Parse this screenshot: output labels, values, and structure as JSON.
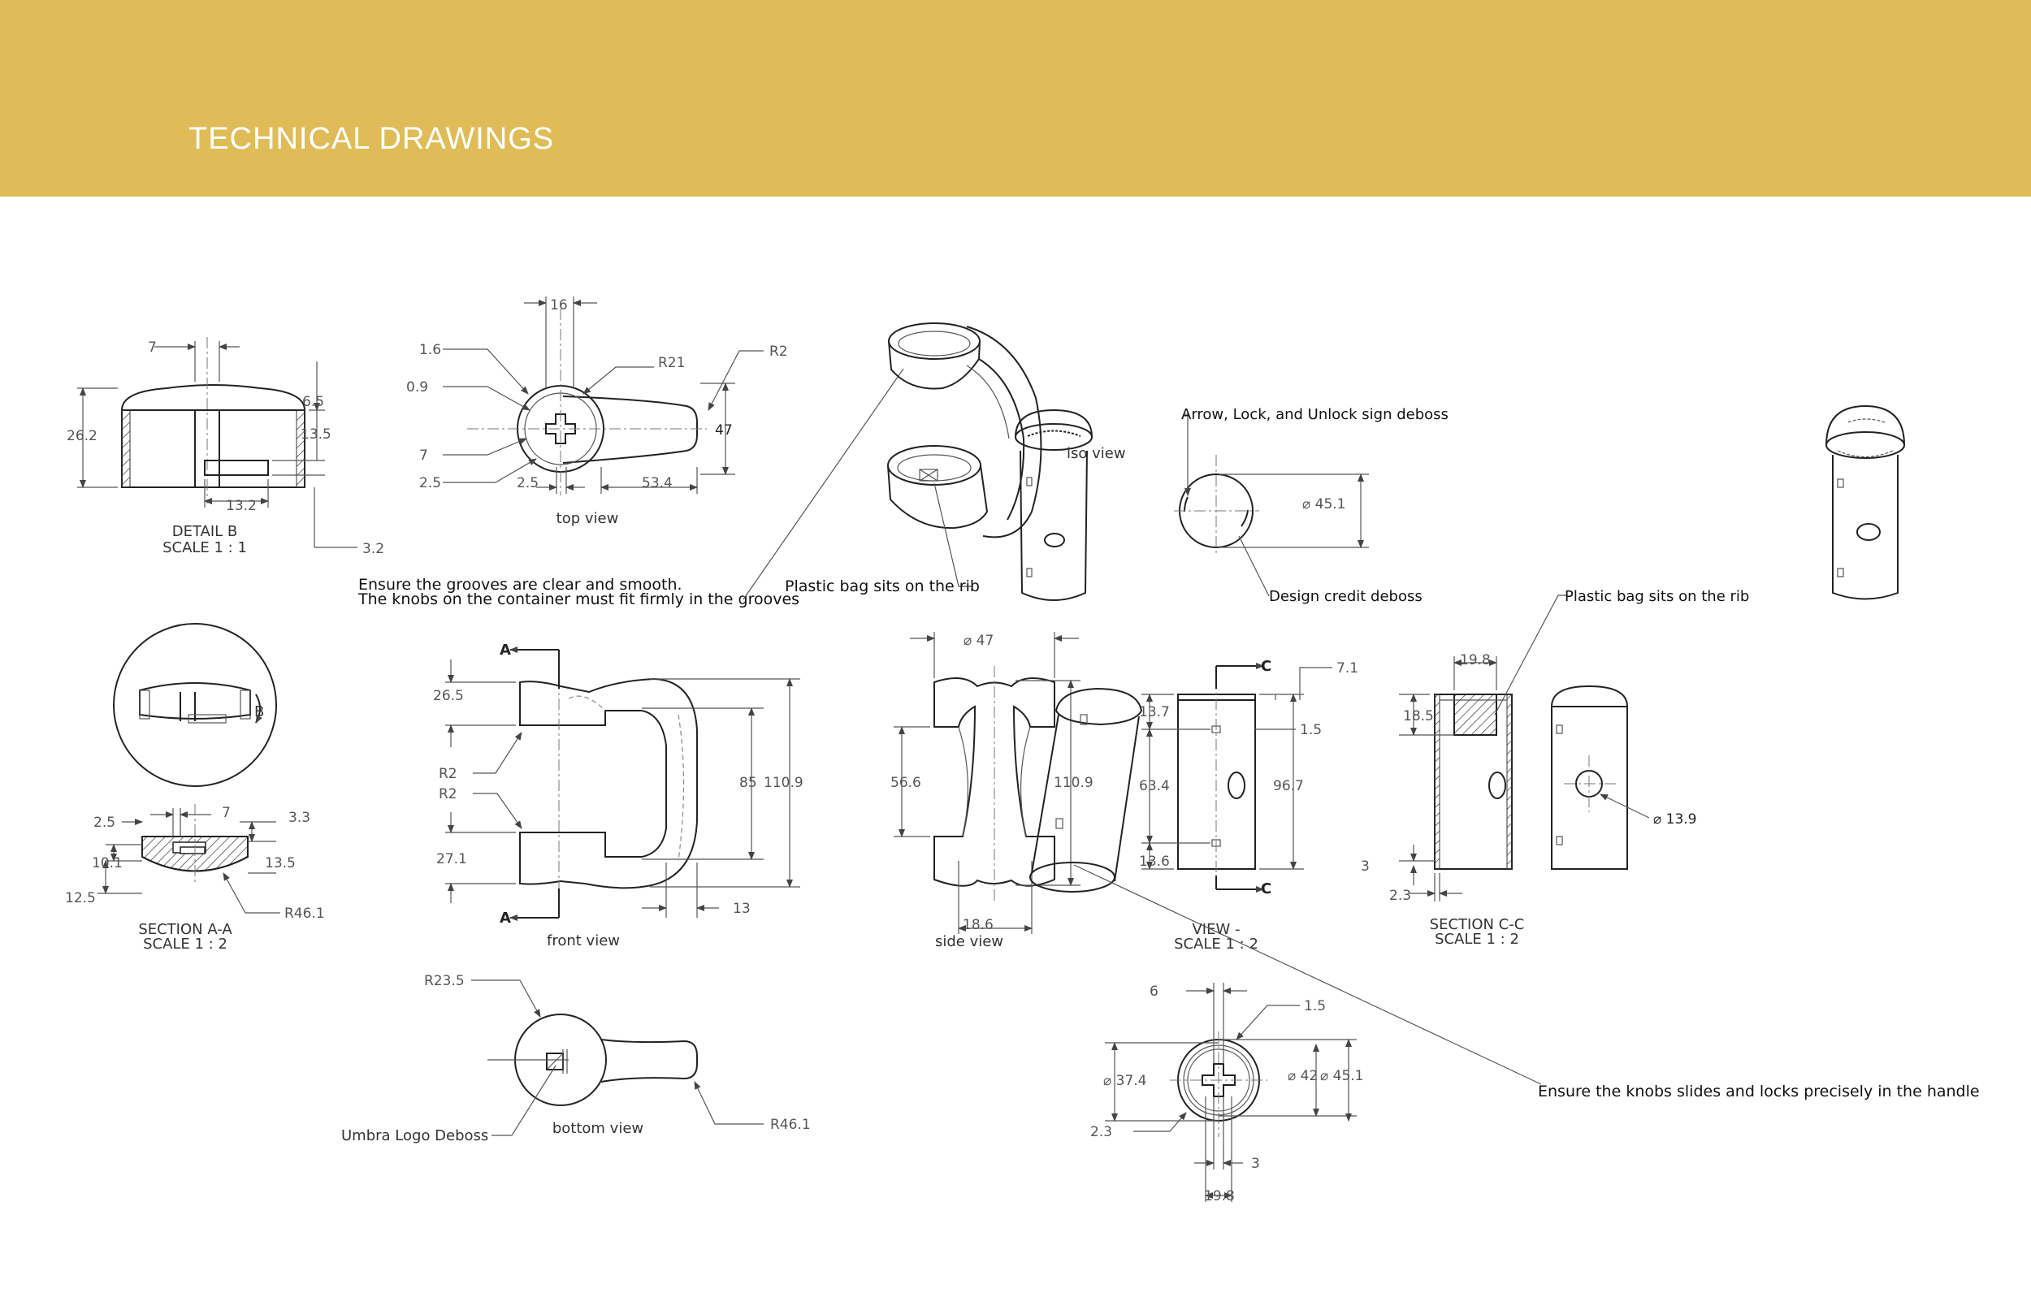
{
  "header": {
    "title": "TECHNICAL DRAWINGS",
    "background": "#dfbc57",
    "text_color": "#ffffff"
  },
  "views": {
    "detail_b": {
      "title": "DETAIL B",
      "scale": "SCALE 1 : 1",
      "dims": {
        "w7": "7",
        "h262": "26.2",
        "h65": "6.5",
        "h135": "13.5",
        "w132": "13.2",
        "t32": "3.2"
      }
    },
    "top_view": {
      "caption": "top view",
      "dims": {
        "w16": "16",
        "r16": "1.6",
        "r09": "0.9",
        "r7": "7",
        "r25a": "2.5",
        "w25b": "2.5",
        "w534": "53.4",
        "R21": "R21",
        "R2": "R2",
        "h47": "47"
      }
    },
    "iso_view": {
      "caption": "iso view"
    },
    "front_view": {
      "caption": "front view",
      "section_mark": "A",
      "dims": {
        "h265": "26.5",
        "R2a": "R2",
        "R2b": "R2",
        "h271": "27.1",
        "h85": "85",
        "h1109": "110.9",
        "w13": "13"
      }
    },
    "side_view": {
      "caption": "side view",
      "dims": {
        "d47": "⌀ 47",
        "h566": "56.6",
        "h1109": "110.9",
        "w186": "18.6"
      }
    },
    "bottom_view": {
      "caption": "bottom view",
      "dims": {
        "R235": "R23.5",
        "R461": "R46.1"
      }
    },
    "section_a": {
      "title": "SECTION A-A",
      "scale": "SCALE 1 : 2",
      "detail_mark": "B",
      "dims": {
        "w25": "2.5",
        "w7": "7",
        "h33": "3.3",
        "h101": "10.1",
        "h135": "13.5",
        "h125": "12.5",
        "R461": "R46.1"
      }
    },
    "knob_top": {
      "dims": {
        "d451": "⌀ 45.1"
      }
    },
    "knob_view": {
      "title": "VIEW -",
      "scale": "SCALE 1 : 2",
      "section_mark": "C",
      "dims": {
        "h137": "13.7",
        "h634": "63.4",
        "h136": "13.6",
        "h967": "96.7",
        "t15": "1.5",
        "t71": "7.1"
      }
    },
    "knob_bottom": {
      "dims": {
        "w6": "6",
        "t15": "1.5",
        "d374": "⌀ 37.4",
        "d42": "⌀ 42",
        "d451": "⌀ 45.1",
        "t23": "2.3",
        "t3": "3",
        "w198": "19.8"
      }
    },
    "section_c": {
      "title": "SECTION C-C",
      "scale": "SCALE 1 : 2",
      "dims": {
        "w198": "19.8",
        "h185": "18.5",
        "t3": "3",
        "t23": "2.3"
      }
    },
    "knob_front": {
      "dims": {
        "d139": "⌀ 13.9"
      }
    }
  },
  "notes": {
    "grooves_line1": "Ensure the grooves are clear and smooth.",
    "grooves_line2": "The knobs on the container must fit firmly in the grooves",
    "bag_rib_1": "Plastic bag sits on the rib",
    "bag_rib_2": "Plastic bag sits on the rib",
    "arrow_lock": "Arrow, Lock, and Unlock sign deboss",
    "design_credit": "Design credit deboss",
    "umbra_logo": "Umbra Logo Deboss",
    "knobs_lock": "Ensure the knobs slides and locks precisely in the handle"
  }
}
